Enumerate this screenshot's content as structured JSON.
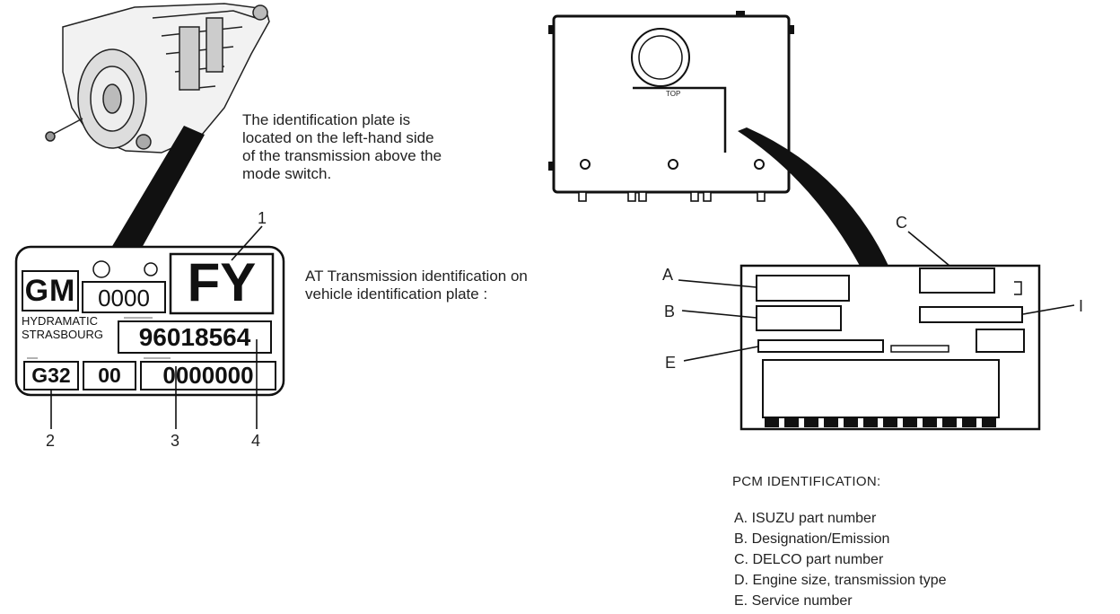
{
  "transmission_note": "The identification plate is\nlocated on the left-hand side\nof the transmission above the\nmode switch.",
  "plate_caption": "AT Transmission identification on\nvehicle identification plate :",
  "plate": {
    "brand": "GM",
    "code_box": "0000",
    "big_code": "FY",
    "maker_line1": "HYDRAMATIC",
    "maker_line2": "STRASBOURG",
    "part_number": "96018564",
    "model": "G32",
    "mid_code": "00",
    "serial": "0000000"
  },
  "plate_callouts": [
    "1",
    "2",
    "3",
    "4"
  ],
  "pcm": {
    "top_label": "TOP",
    "callouts": [
      "A",
      "B",
      "C",
      "E",
      "I"
    ],
    "title": "PCM IDENTIFICATION:",
    "legend": [
      "A. ISUZU part number",
      "B. Designation/Emission",
      "C. DELCO part number",
      "D. Engine size, transmission type",
      "E. Service  number"
    ]
  }
}
